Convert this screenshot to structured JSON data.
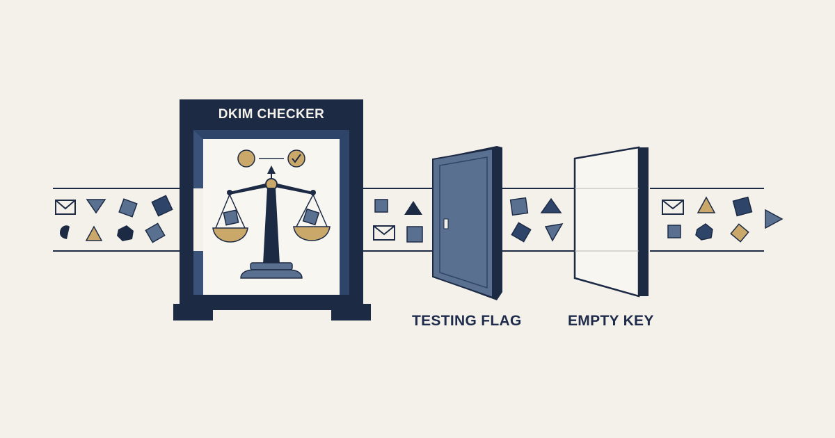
{
  "checker": {
    "title": "DKIM CHECKER"
  },
  "doors": [
    {
      "label": "TESTING FLAG"
    },
    {
      "label": "EMPTY KEY"
    }
  ],
  "colors": {
    "background": "#f4f1ea",
    "navy": "#1c2a44",
    "steel": "#5a7090",
    "gold": "#c9a86a",
    "line": "#1c2a44"
  },
  "icons": [
    "envelope-icon",
    "triangle-icon",
    "square-icon",
    "hexagon-icon",
    "scale-icon",
    "check-icon",
    "door-icon",
    "arrow-icon"
  ]
}
